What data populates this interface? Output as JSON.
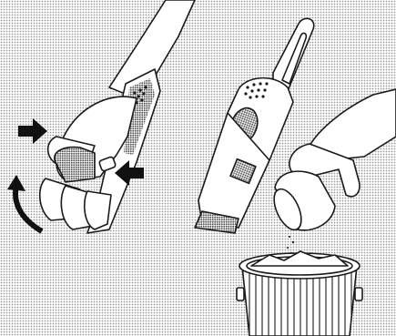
{
  "illustration": {
    "style": "monochrome line art on halftone dot background",
    "colors": {
      "ink": "#1a1a1a",
      "paper": "#ffffff",
      "halftone": "#9a9a9a",
      "shade": "#6e6e6e",
      "arrow": "#111111"
    },
    "panels": [
      {
        "id": "press-release",
        "icon": "hand-pressing-release-buttons"
      },
      {
        "id": "vacuum-open",
        "icon": "handheld-vacuum-icon"
      },
      {
        "id": "empty-bin",
        "icon": "dust-container-over-trash-can"
      }
    ],
    "arrows": [
      {
        "name": "press-arrow-left",
        "icon": "arrow-right-icon"
      },
      {
        "name": "press-arrow-right",
        "icon": "arrow-left-icon"
      },
      {
        "name": "rotate-arrow",
        "icon": "curved-arrow-icon"
      }
    ]
  }
}
